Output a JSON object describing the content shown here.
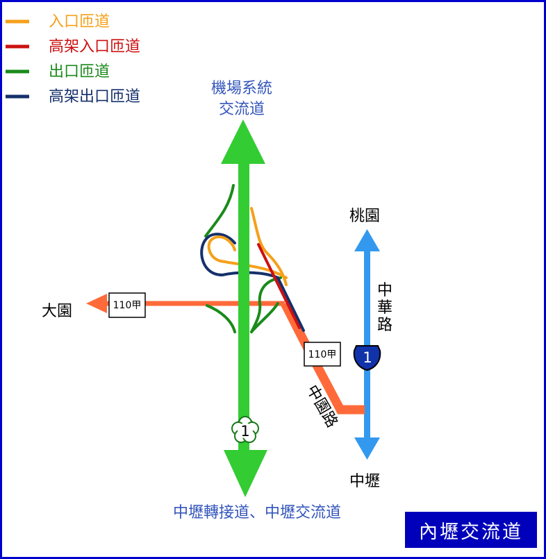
{
  "legend": {
    "items": [
      {
        "label": "入口匝道",
        "color": "#f5a01a"
      },
      {
        "label": "高架入口匝道",
        "color": "#cc1111"
      },
      {
        "label": "出口匝道",
        "color": "#1a8a1a"
      },
      {
        "label": "高架出口匝道",
        "color": "#15306b"
      }
    ]
  },
  "destinations": {
    "north_line1": "機場系統",
    "north_line2": "交流道",
    "south": "中壢轉接道、中壢交流道",
    "west": "大園",
    "east_north": "桃園",
    "east_south": "中壢"
  },
  "roads": {
    "zhonghua_chars": [
      "中",
      "華",
      "路"
    ],
    "zhongyuan": "中園路",
    "route_110a_west": "110甲",
    "route_110a_diag": "110甲",
    "freeway_number": "1",
    "expressway_number": "1"
  },
  "colors": {
    "freeway": "#33cc33",
    "route110": "#ff6a3a",
    "zhonghua": "#3399ee",
    "label_blue": "#3355bb",
    "title_bg": "#0000bb"
  },
  "title": "內壢交流道"
}
